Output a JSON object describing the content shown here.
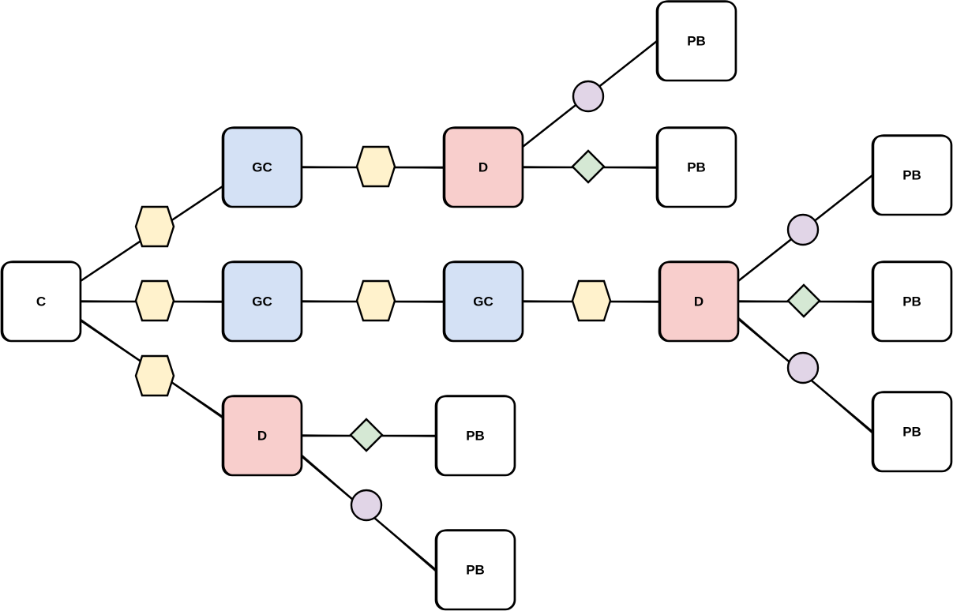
{
  "colors": {
    "stroke": "#000000",
    "white": "#ffffff",
    "gc_fill": "#d4e1f5",
    "d_fill": "#f8cecc",
    "hexagon_fill": "#fff2cc",
    "circle_fill": "#e1d5e7",
    "diamond_fill": "#d5e8d4"
  },
  "nodes": [
    {
      "id": "c",
      "label": "C",
      "kind": "white"
    },
    {
      "id": "gc1",
      "label": "GC",
      "kind": "gc"
    },
    {
      "id": "gc2",
      "label": "GC",
      "kind": "gc"
    },
    {
      "id": "gc3",
      "label": "GC",
      "kind": "gc"
    },
    {
      "id": "d1",
      "label": "D",
      "kind": "d"
    },
    {
      "id": "d2",
      "label": "D",
      "kind": "d"
    },
    {
      "id": "d3",
      "label": "D",
      "kind": "d"
    },
    {
      "id": "pb1",
      "label": "PB",
      "kind": "white"
    },
    {
      "id": "pb2",
      "label": "PB",
      "kind": "white"
    },
    {
      "id": "pb3",
      "label": "PB",
      "kind": "white"
    },
    {
      "id": "pb4",
      "label": "PB",
      "kind": "white"
    },
    {
      "id": "pb5",
      "label": "PB",
      "kind": "white"
    },
    {
      "id": "pb6",
      "label": "PB",
      "kind": "white"
    },
    {
      "id": "pb7",
      "label": "PB",
      "kind": "white"
    }
  ],
  "edges": [
    {
      "from": "c",
      "to": "gc1",
      "marker": "hexagon"
    },
    {
      "from": "c",
      "to": "gc2",
      "marker": "hexagon"
    },
    {
      "from": "c",
      "to": "d3",
      "marker": "hexagon"
    },
    {
      "from": "gc1",
      "to": "d1",
      "marker": "hexagon"
    },
    {
      "from": "d1",
      "to": "pb1",
      "marker": "circle"
    },
    {
      "from": "d1",
      "to": "pb2",
      "marker": "diamond"
    },
    {
      "from": "gc2",
      "to": "gc3",
      "marker": "hexagon"
    },
    {
      "from": "gc3",
      "to": "d2",
      "marker": "hexagon"
    },
    {
      "from": "d2",
      "to": "pb3",
      "marker": "circle"
    },
    {
      "from": "d2",
      "to": "pb4",
      "marker": "diamond"
    },
    {
      "from": "d2",
      "to": "pb5",
      "marker": "circle"
    },
    {
      "from": "d3",
      "to": "pb6",
      "marker": "diamond"
    },
    {
      "from": "d3",
      "to": "pb7",
      "marker": "circle"
    }
  ]
}
